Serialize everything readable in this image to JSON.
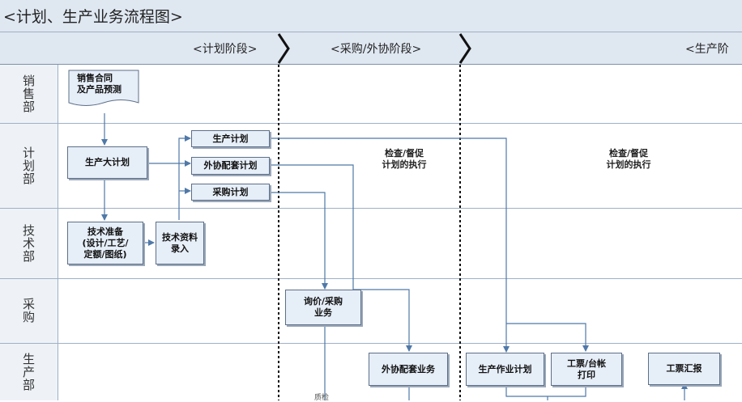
{
  "title": "<计划、生产业务流程图>",
  "phases": [
    "<计划阶段>",
    "<采购/外协阶段>",
    "<生产阶"
  ],
  "lanes": [
    "销售部",
    "计划部",
    "技术部",
    "采购",
    "生产部"
  ],
  "nodes": {
    "sales_contract": "销售合同\n及产品预测",
    "master_plan": "生产大计划",
    "production_plan": "生产计划",
    "outsourcing_plan": "外协配套计划",
    "purchase_plan": "采购计划",
    "tech_prep": "技术准备\n(设计/工艺/\n定额/图纸)",
    "tech_entry": "技术资料\n录入",
    "inquiry_purchase": "询价/采购\n业务",
    "outsourcing_business": "外协配套业务",
    "work_plan": "生产作业计划",
    "ticket_print": "工票/台帐\n打印",
    "ticket_report": "工票汇报"
  },
  "notes": {
    "check_1": "检查/督促\n计划的执行",
    "check_2": "检查/督促\n计划的执行",
    "quality_check": "质检"
  },
  "colors": {
    "header_bg": "#dfe7f1",
    "lane_header_bg": "#eef2f7",
    "box_fill": "#e6eef8",
    "connector": "#4f79a8"
  }
}
